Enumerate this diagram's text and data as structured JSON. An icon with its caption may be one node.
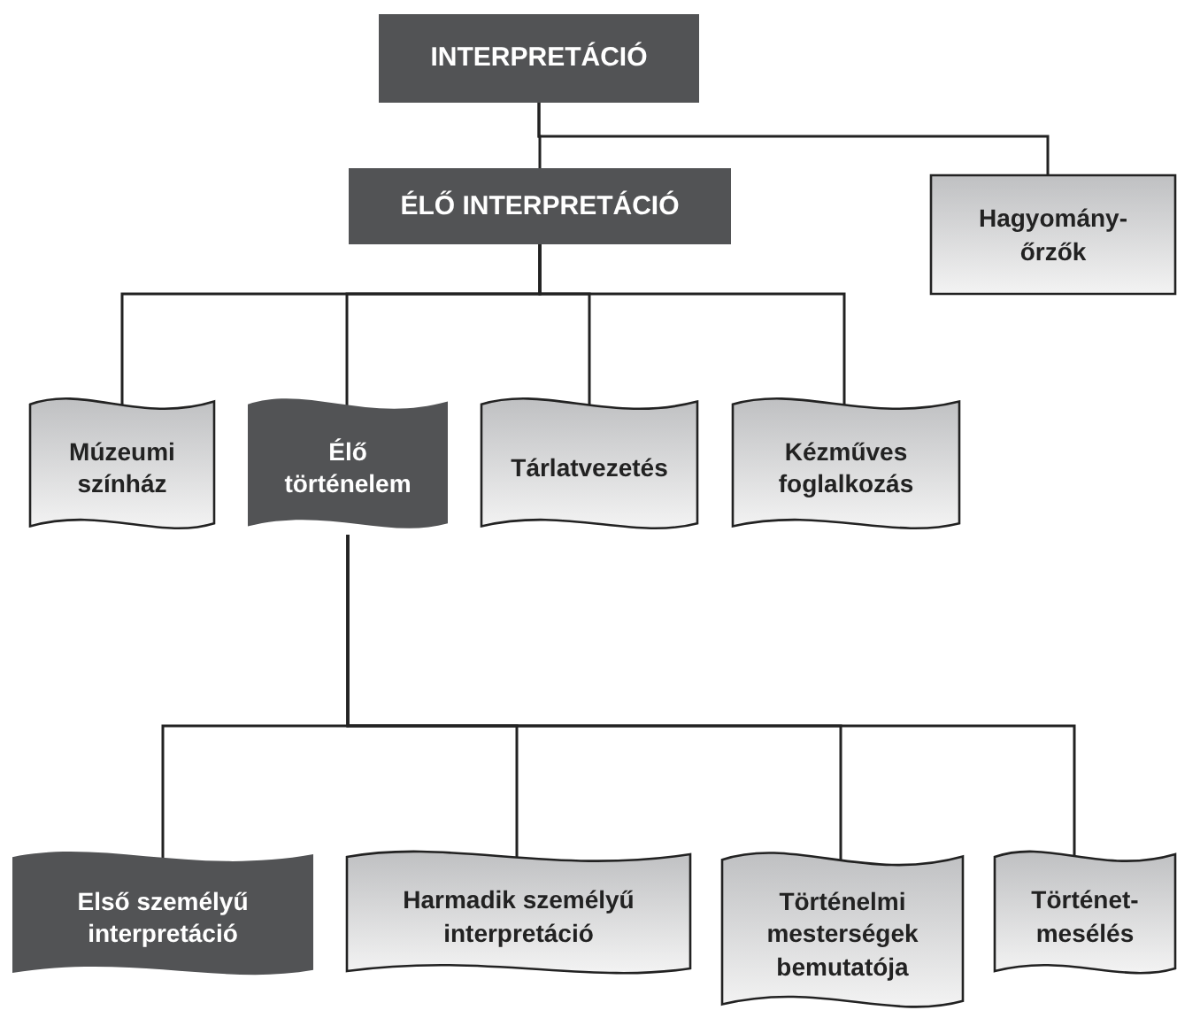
{
  "diagram": {
    "nodes": [
      {
        "text": [
          "INTERPRETÁCIÓ"
        ]
      },
      {
        "text": [
          "ÉLŐ INTERPRETÁCIÓ"
        ]
      },
      {
        "text": [
          "Hagyomány-őrzők"
        ]
      },
      {
        "text": [
          "Múzeumi színház"
        ]
      },
      {
        "text": [
          "Élő történelem"
        ]
      },
      {
        "text": [
          "Tárlatvezetés"
        ]
      },
      {
        "text": [
          "Kézműves foglalkozás"
        ]
      },
      {
        "text": [
          "Első személyű interpretáció"
        ]
      },
      {
        "text": [
          "Harmadik személyű interpretáció"
        ]
      },
      {
        "text": [
          "Történelmi mesterségek bemutatója"
        ]
      },
      {
        "text": [
          "Történet-mesélés"
        ]
      }
    ],
    "edges": [
      {
        "from": 0,
        "to": 1,
        "arrow": "none"
      },
      {
        "from": 0,
        "to": 2,
        "arrow": "none"
      },
      {
        "from": 1,
        "to": 3,
        "arrow": "none"
      },
      {
        "from": 1,
        "to": 4,
        "arrow": "none"
      },
      {
        "from": 1,
        "to": 5,
        "arrow": "none"
      },
      {
        "from": 1,
        "to": 6,
        "arrow": "none"
      },
      {
        "from": 4,
        "to": 7,
        "arrow": "none"
      },
      {
        "from": 4,
        "to": 8,
        "arrow": "none"
      },
      {
        "from": 4,
        "to": 9,
        "arrow": "none"
      },
      {
        "from": 4,
        "to": 10,
        "arrow": "none"
      }
    ]
  }
}
